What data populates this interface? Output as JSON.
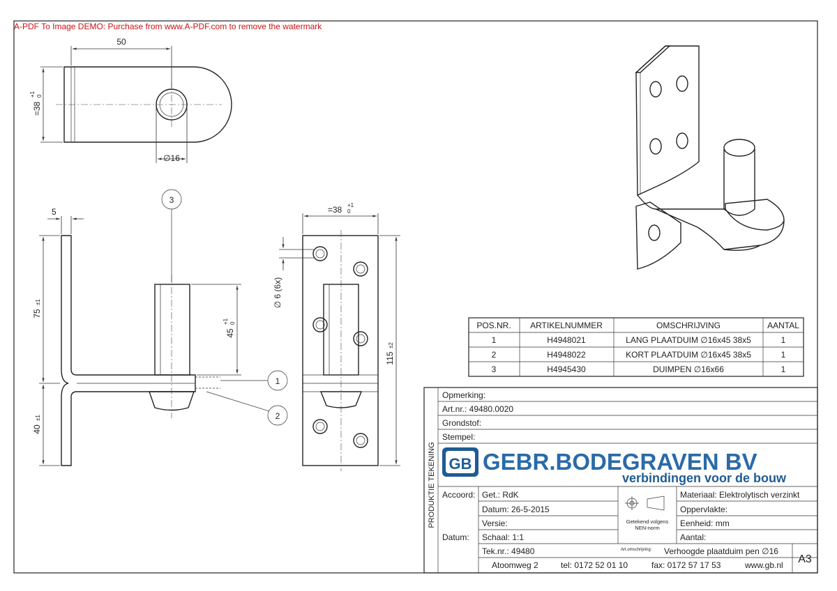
{
  "watermark": "A-PDF To Image DEMO: Purchase from www.A-PDF.com to remove the watermark",
  "dims": {
    "top_width": "50",
    "top_height": "=38",
    "top_tol": "+1",
    "top_tol0": "0",
    "hole": "∅16",
    "side_thick": "5",
    "side_75": "75",
    "side_75_tol": "±1",
    "side_40": "40",
    "side_40_tol": "±1",
    "pin_45": "45",
    "pin_tol": "+1",
    "pin_tol0": "0",
    "front_width": "=38",
    "front_tol": "+1",
    "front_tol0": "0",
    "holes": "∅ 6 (6x)",
    "total_115": "115",
    "total_tol": "±2"
  },
  "balloons": [
    "1",
    "2",
    "3"
  ],
  "parts_table": {
    "headers": [
      "POS.NR.",
      "ARTIKELNUMMER",
      "OMSCHRIJVING",
      "AANTAL"
    ],
    "rows": [
      [
        "1",
        "H4948021",
        "LANG PLAATDUIM ∅16x45  38x5",
        "1"
      ],
      [
        "2",
        "H4948022",
        "KORT PLAATDUIM ∅16x45  38x5",
        "1"
      ],
      [
        "3",
        "H4945430",
        "DUIMPEN ∅16x66",
        "1"
      ]
    ]
  },
  "title_block": {
    "side_label": "PRODUKTIE TEKENING",
    "opmerking": "Opmerking:",
    "artnr": "Art.nr.:  49480.0020",
    "grondstof": "Grondstof:",
    "stempel": "Stempel:",
    "logo_mark": "GB",
    "company": "GEBR.BODEGRAVEN BV",
    "tagline": "verbindingen voor de bouw",
    "accoord": "Accoord:",
    "datum_label": "Datum:",
    "get": "Get.: RdK",
    "datum": "Datum: 26-5-2015",
    "versie": "Versie:",
    "schaal": "Schaal: 1:1",
    "teknr": "Tek.nr.: 49480",
    "nen1": "Getekend volgens",
    "nen2": "NEN-norm",
    "materiaal": "Materiaal: Elektrolytisch verzinkt",
    "oppervlakte": "Oppervlakte:",
    "eenheid": "Eenheid: mm",
    "aantal": "Aantal:",
    "art_oms_label": "Art.omschrijving:",
    "art_oms": "Verhoogde plaatduim pen  ∅16",
    "format": "A3",
    "address": "Atoomweg 2",
    "tel": "tel: 0172 52 01 10",
    "fax": "fax: 0172 57 17 53",
    "web": "www.gb.nl"
  },
  "colors": {
    "brand": "#1f5c93",
    "watermark": "#cc1111",
    "logo_text": "#2a6aa8"
  }
}
